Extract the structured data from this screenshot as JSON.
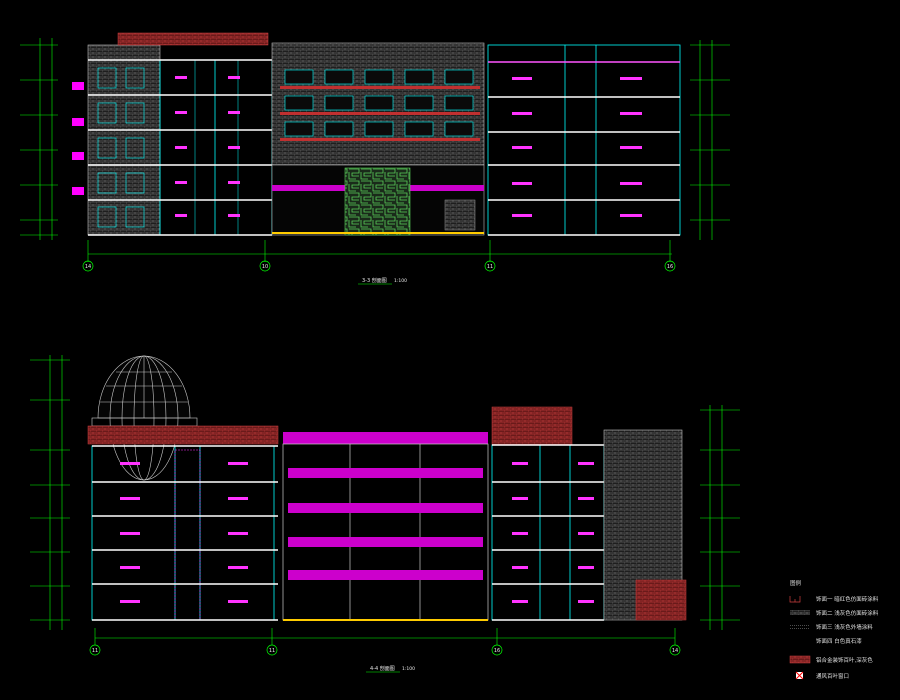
{
  "colors": {
    "background": "#000000",
    "structure": "#00ffff",
    "room_label": "#ff33ff",
    "floor_slab": "#ffffff",
    "brick": "#c03030",
    "dimension": "#00ff00",
    "axis": "#00ff00",
    "cladding": "#cccccc",
    "highlight": "#ff00ff",
    "ground": "#ffcc00"
  },
  "drawings": [
    {
      "id": "section-3-3",
      "title": "3-3 剖面图",
      "scale": "1:100",
      "axis_labels": [
        "14",
        "10",
        "11",
        "16"
      ]
    },
    {
      "id": "section-4-4",
      "title": "4-4 剖面图",
      "scale": "1:100",
      "axis_labels": [
        "11",
        "11",
        "16",
        "14"
      ]
    }
  ],
  "legend": {
    "title": "图例",
    "items": [
      {
        "icon": "brick-pattern-icon",
        "label": "饰面一 暗红色仿面砖涂料"
      },
      {
        "icon": "gray-hatch-icon",
        "label": "饰面二 浅灰色仿面砖涂料"
      },
      {
        "icon": "light-hatch-icon",
        "label": "饰面三 浅灰色外墙涂料"
      },
      {
        "icon": "blank-icon",
        "label": "饰面四 白色真石漆"
      },
      {
        "icon": "red-panel-icon",
        "label": "铝合金装饰百叶,深灰色"
      },
      {
        "icon": "vent-x-icon",
        "label": "通风百叶窗口"
      }
    ]
  }
}
